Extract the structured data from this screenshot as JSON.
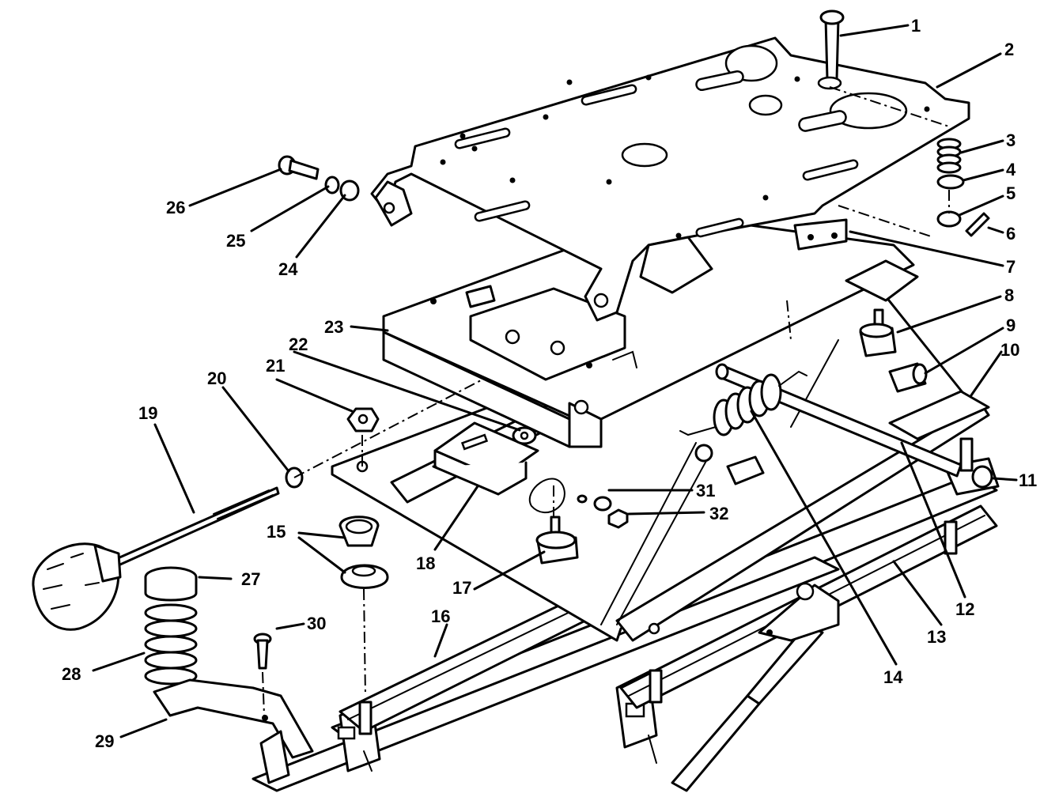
{
  "diagram": {
    "callouts": [
      {
        "id": "c1",
        "text": "1"
      },
      {
        "id": "c2",
        "text": "2"
      },
      {
        "id": "c3",
        "text": "3"
      },
      {
        "id": "c4",
        "text": "4"
      },
      {
        "id": "c5",
        "text": "5"
      },
      {
        "id": "c6",
        "text": "6"
      },
      {
        "id": "c7",
        "text": "7"
      },
      {
        "id": "c8",
        "text": "8"
      },
      {
        "id": "c9",
        "text": "9"
      },
      {
        "id": "c10",
        "text": "10"
      },
      {
        "id": "c11",
        "text": "11"
      },
      {
        "id": "c12",
        "text": "12"
      },
      {
        "id": "c13",
        "text": "13"
      },
      {
        "id": "c14",
        "text": "14"
      },
      {
        "id": "c15",
        "text": "15"
      },
      {
        "id": "c16",
        "text": "16"
      },
      {
        "id": "c17",
        "text": "17"
      },
      {
        "id": "c18",
        "text": "18"
      },
      {
        "id": "c19",
        "text": "19"
      },
      {
        "id": "c20",
        "text": "20"
      },
      {
        "id": "c21",
        "text": "21"
      },
      {
        "id": "c22",
        "text": "22"
      },
      {
        "id": "c23",
        "text": "23"
      },
      {
        "id": "c24",
        "text": "24"
      },
      {
        "id": "c25",
        "text": "25"
      },
      {
        "id": "c26",
        "text": "26"
      },
      {
        "id": "c27",
        "text": "27"
      },
      {
        "id": "c28",
        "text": "28"
      },
      {
        "id": "c29",
        "text": "29"
      },
      {
        "id": "c30",
        "text": "30"
      },
      {
        "id": "c31",
        "text": "31"
      },
      {
        "id": "c32",
        "text": "32"
      }
    ]
  }
}
